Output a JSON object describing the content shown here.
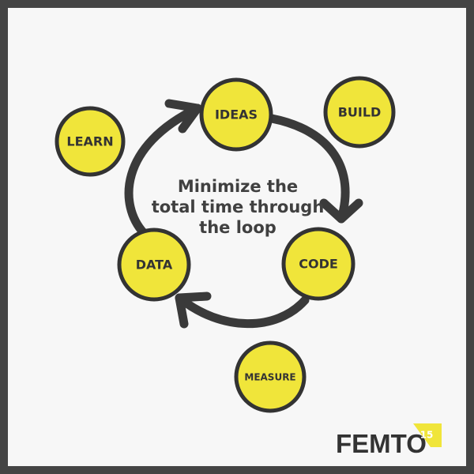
{
  "center_text": {
    "line1": "Minimize the",
    "line2": "total time through",
    "line3": "the loop"
  },
  "nodes": {
    "learn": "LEARN",
    "ideas": "IDEAS",
    "build": "BUILD",
    "data": "DATA",
    "code": "CODE",
    "measure": "MEASURE"
  },
  "brand": {
    "name": "FEMTO",
    "badge": "15"
  },
  "colors": {
    "frame": "#444444",
    "background": "#f7f7f7",
    "node_fill": "#f0e53a",
    "node_stroke": "#333333",
    "arrow": "#3a3a3a",
    "badge": "#f0e53a"
  }
}
